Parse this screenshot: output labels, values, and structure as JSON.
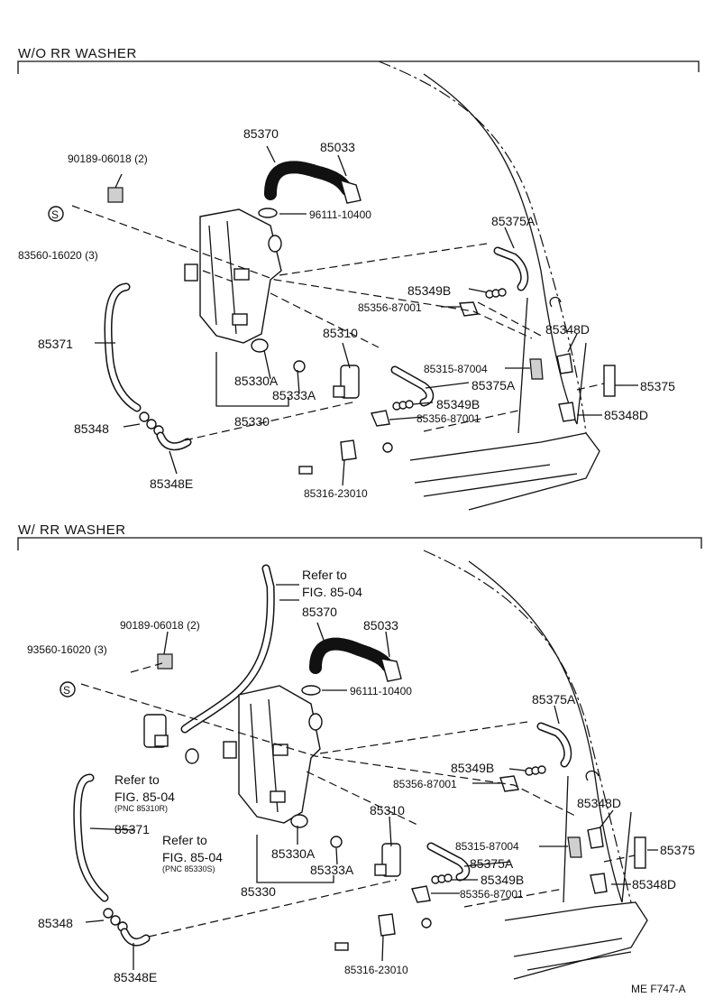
{
  "sections": [
    {
      "title": "W/O RR  WASHER",
      "callouts": {
        "p90189": "90189-06018 (2)",
        "s_mark": "S",
        "p83560": "83560-16020 (3)",
        "p85370": "85370",
        "p85033": "85033",
        "p96111": "96111-10400",
        "p85375A_top": "85375A",
        "p85349B_top": "85349B",
        "p85356_top": "85356-87001",
        "p85348D_top": "85348D",
        "p85371": "85371",
        "p85310": "85310",
        "p85315": "85315-87004",
        "p85375A_mid": "85375A",
        "p85375": "85375",
        "p85330A": "85330A",
        "p85333A": "85333A",
        "p85349B_bot": "85349B",
        "p85356_bot": "85356-87001",
        "p85348D_bot": "85348D",
        "p85330": "85330",
        "p85348": "85348",
        "p85348E": "85348E",
        "p85316": "85316-23010"
      }
    },
    {
      "title": "W/  RR  WASHER",
      "callouts": {
        "refer1_a": "Refer to",
        "refer1_b": "FIG. 85-04",
        "p90189": "90189-06018 (2)",
        "p93560": "93560-16020 (3)",
        "s_mark": "S",
        "p85370": "85370",
        "p85033": "85033",
        "p96111": "96111-10400",
        "p85375A_top": "85375A",
        "p85349B_top": "85349B",
        "p85356_top": "85356-87001",
        "p85348D_top": "85348D",
        "refer2_a": "Refer to",
        "refer2_b": "FIG. 85-04",
        "refer2_c": "(PNC 85310R)",
        "p85371": "85371",
        "p85310": "85310",
        "refer3_a": "Refer to",
        "refer3_b": "FIG. 85-04",
        "refer3_c": "(PNC 85330S)",
        "p85315": "85315-87004",
        "p85375A_mid": "85375A",
        "p85375": "85375",
        "p85330A": "85330A",
        "p85333A": "85333A",
        "p85349B_bot": "85349B",
        "p85356_bot": "85356-87001",
        "p85348D_bot": "85348D",
        "p85330": "85330",
        "p85348": "85348",
        "p85348E": "85348E",
        "p85316": "85316-23010"
      }
    }
  ],
  "figure_code": "ME  F747-A"
}
